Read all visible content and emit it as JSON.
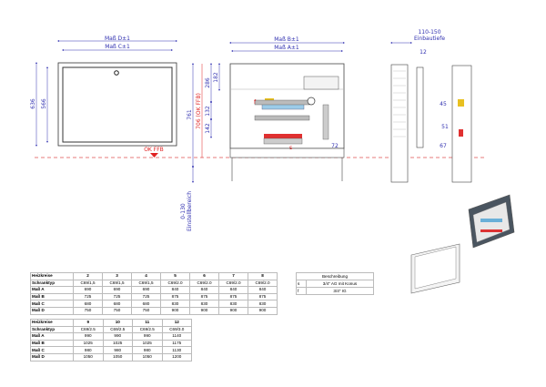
{
  "front_view": {
    "width_outer": "Maß D±1",
    "width_inner": "Maß C±1",
    "height_outer": "636",
    "height_inner": "566",
    "floor_label": "OK FFB"
  },
  "cabinet_view": {
    "width_outer": "Maß B±1",
    "width_inner": "Maß A±1",
    "total_height": "761",
    "height_to_floor": "706 (OK FFB)",
    "dim_286": "286",
    "dim_182": "182",
    "dim_132": "132",
    "dim_142": "142",
    "dim_72": "72",
    "adjust_range": "0-130",
    "adjust_label": "Einstellbereich",
    "port_s": "s",
    "port_f": "f"
  },
  "side_view": {
    "depth_range": "110-150",
    "depth_label": "Einbautiefe",
    "door_offset": "12"
  },
  "detail_view": {
    "dim_45": "45",
    "dim_51": "51",
    "dim_67": "67"
  },
  "table1": {
    "rows": [
      [
        "Heizkreise",
        "2",
        "3",
        "4",
        "5",
        "6",
        "7",
        "8"
      ],
      [
        "Schranktyp",
        "C69/1,5",
        "C69/1,5",
        "C69/1,5",
        "C69/2.0",
        "C69/2.0",
        "C69/2.0",
        "C69/2.0"
      ],
      [
        "Maß A",
        "690",
        "690",
        "690",
        "840",
        "840",
        "840",
        "840"
      ],
      [
        "Maß B",
        "725",
        "725",
        "725",
        "875",
        "875",
        "875",
        "875"
      ],
      [
        "Maß C",
        "680",
        "680",
        "680",
        "830",
        "830",
        "830",
        "830"
      ],
      [
        "Maß D",
        "750",
        "750",
        "750",
        "900",
        "900",
        "900",
        "900"
      ]
    ]
  },
  "table2": {
    "rows": [
      [
        "Heizkreise",
        "9",
        "10",
        "11",
        "12"
      ],
      [
        "Schranktyp",
        "C69/2.5",
        "C69/2.5",
        "C69/2.5",
        "C69/3.0"
      ],
      [
        "Maß A",
        "990",
        "990",
        "990",
        "1140"
      ],
      [
        "Maß B",
        "1025",
        "1025",
        "1025",
        "1175"
      ],
      [
        "Maß C",
        "980",
        "980",
        "980",
        "1130"
      ],
      [
        "Maß D",
        "1050",
        "1050",
        "1050",
        "1200"
      ]
    ]
  },
  "legend": {
    "title": "Beschreibung",
    "items": [
      {
        "key": "s",
        "text": "3/4\" AG mit Konus"
      },
      {
        "key": "f",
        "text": "3/4\" IG"
      }
    ]
  },
  "colors": {
    "dimension": "#3030b0",
    "floor": "#e02020",
    "outline": "#333333"
  }
}
